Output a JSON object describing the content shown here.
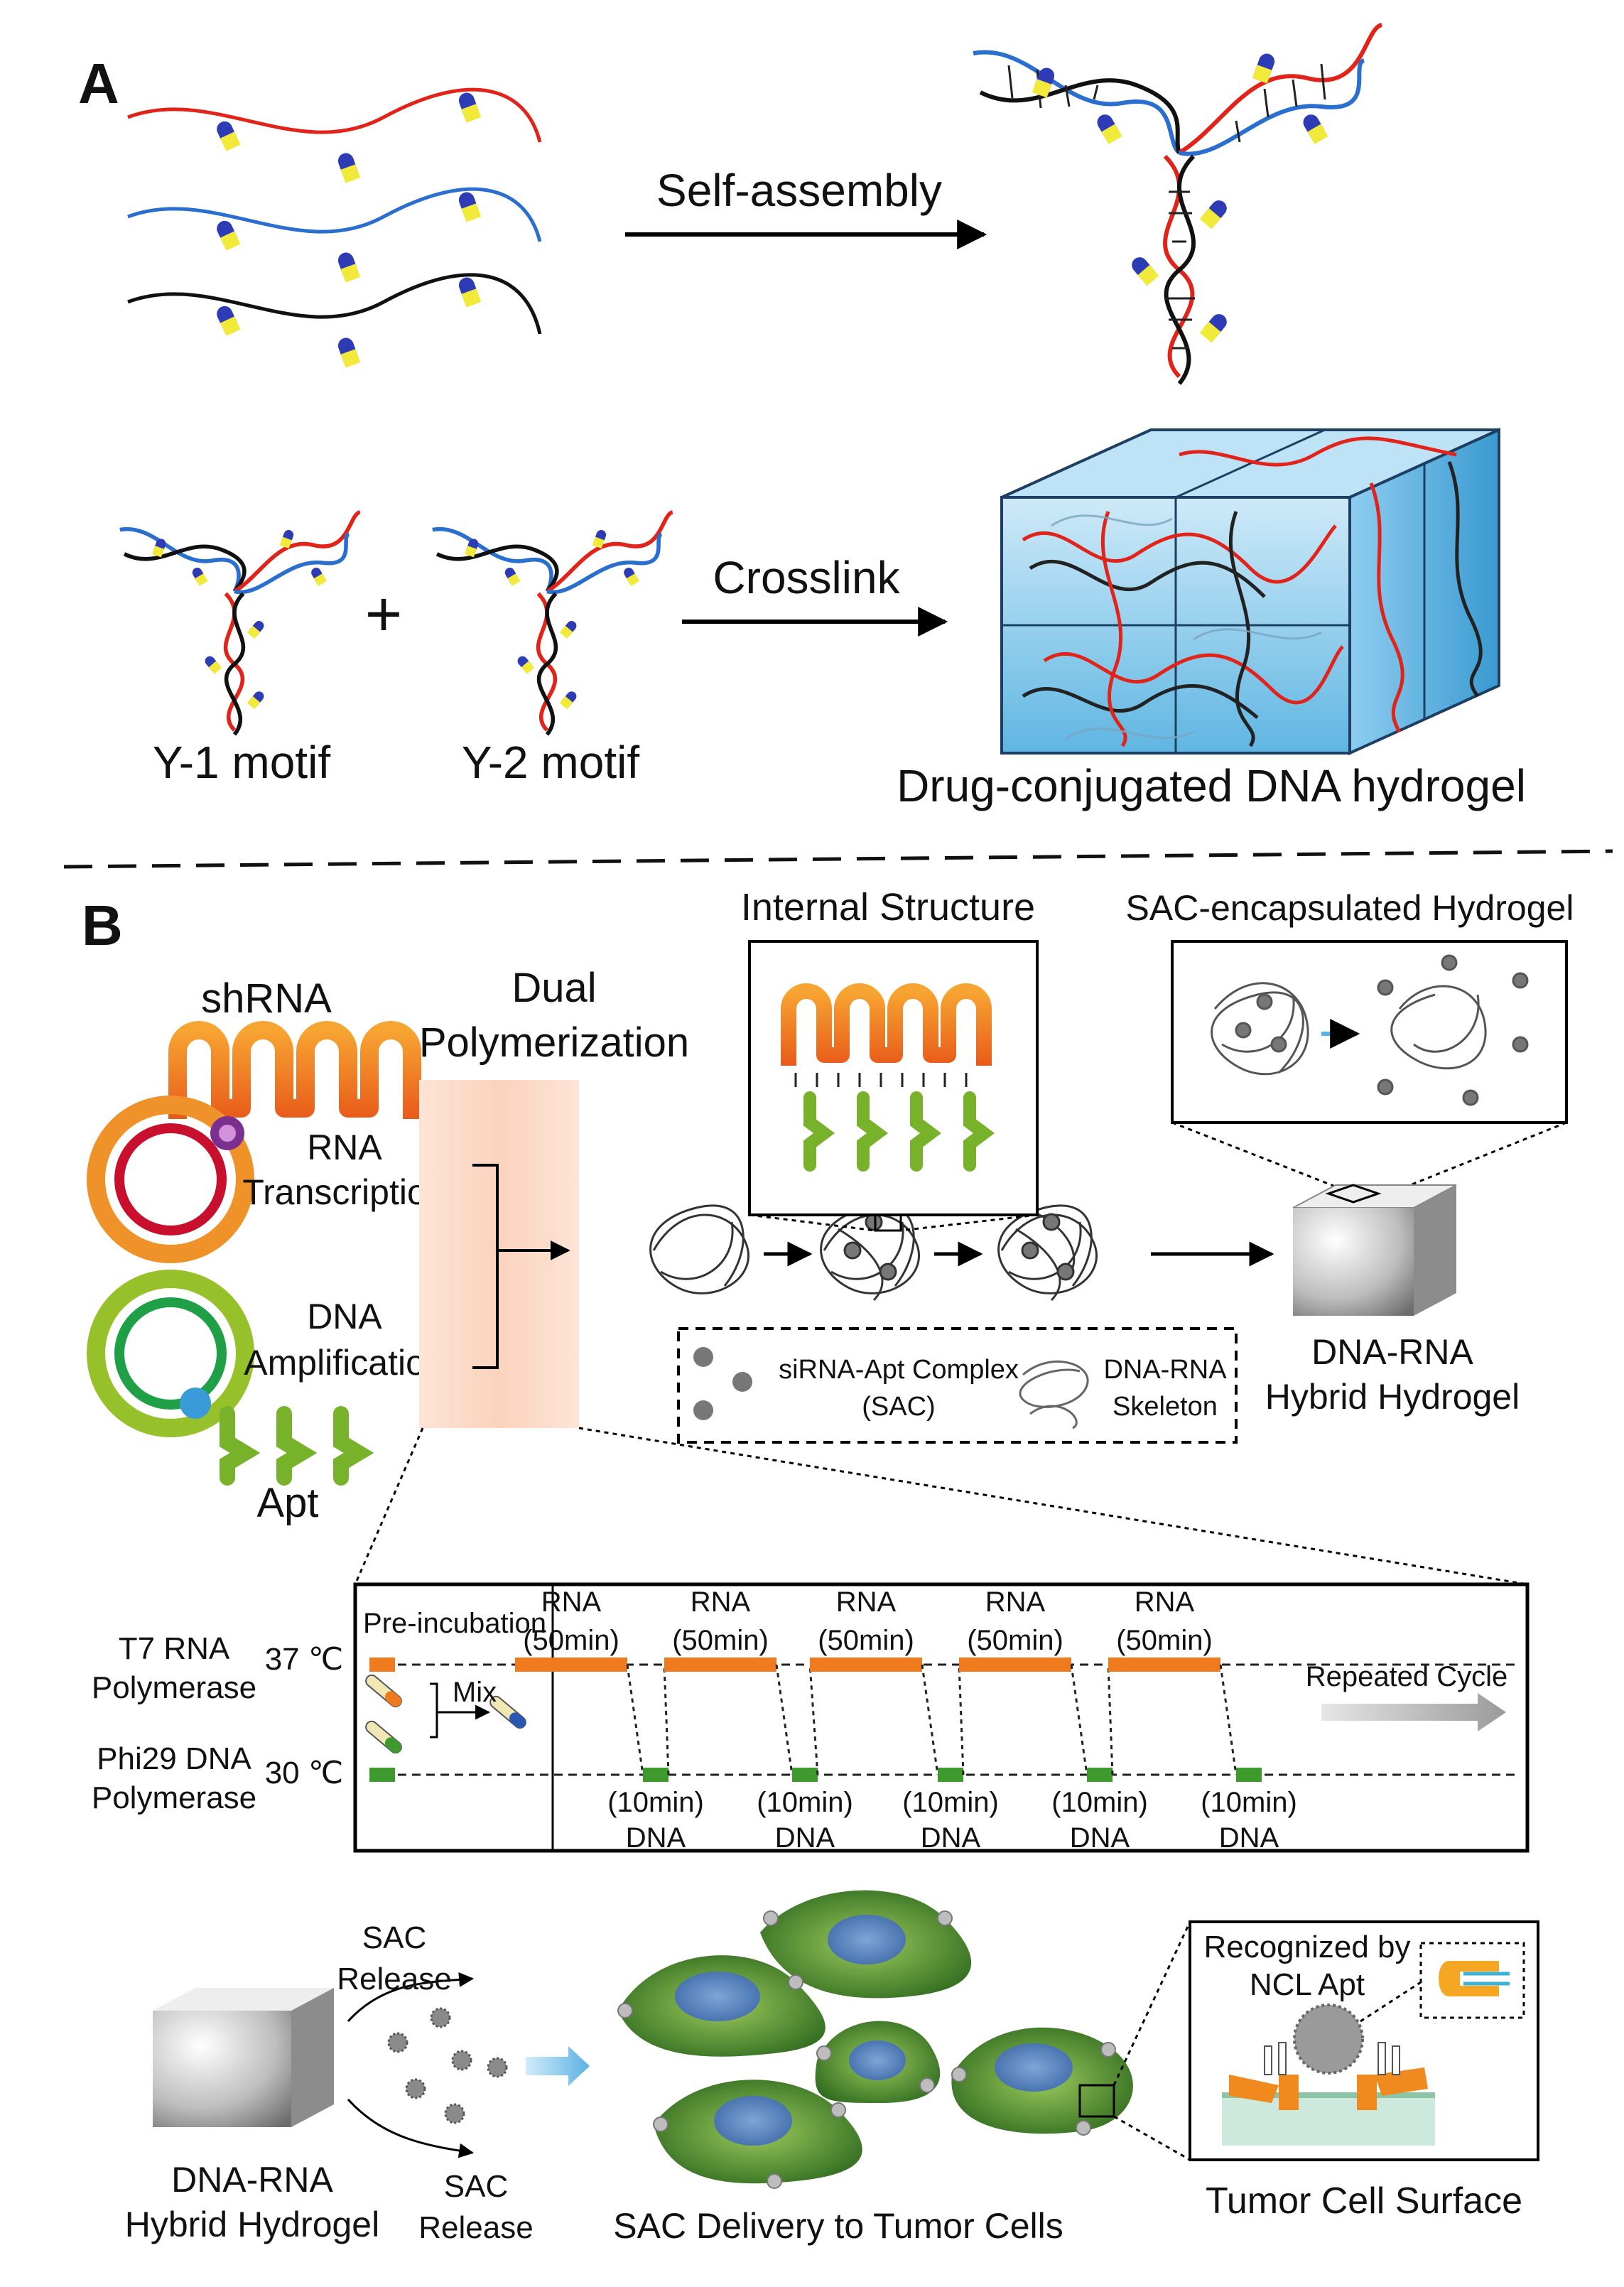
{
  "panel_a": {
    "label": "A",
    "self_assembly": "Self-assembly",
    "plus": "+",
    "crosslink": "Crosslink",
    "y1": "Y-1 motif",
    "y2": "Y-2 motif",
    "hydrogel": "Drug-conjugated DNA hydrogel"
  },
  "panel_b": {
    "label": "B",
    "shrna": "shRNA",
    "rna": "RNA",
    "transcription": "Transcription",
    "dna": "DNA",
    "amplification": "Amplification",
    "apt": "Apt",
    "dual": "Dual",
    "polymerization": "Polymerization",
    "internal_structure": "Internal Structure",
    "sac_hydrogel": "SAC-encapsulated Hydrogel",
    "legend_sac_1": "siRNA-Apt Complex",
    "legend_sac_2": "(SAC)",
    "legend_skel_1": "DNA-RNA",
    "legend_skel_2": "Skeleton",
    "hybrid_1": "DNA-RNA",
    "hybrid_2": "Hybrid Hydrogel"
  },
  "cycle": {
    "t7_1": "T7 RNA",
    "t7_2": "Polymerase",
    "t37": "37 ℃",
    "phi_1": "Phi29 DNA",
    "phi_2": "Polymerase",
    "t30": "30 ℃",
    "pre": "Pre-incubation",
    "mix": "Mix",
    "rna_label": "RNA",
    "rna_time": "(50min)",
    "dna_time": "(10min)",
    "dna_label": "DNA",
    "repeated": "Repeated Cycle",
    "colors": {
      "rna": "#f07a1e",
      "dna": "#3f9a2d"
    }
  },
  "bottom": {
    "sac": "SAC",
    "release": "Release",
    "hybrid_1": "DNA-RNA",
    "hybrid_2": "Hybrid Hydrogel",
    "delivery": "SAC Delivery to Tumor Cells",
    "recognized_1": "Recognized by",
    "recognized_2": "NCL Apt",
    "surface": "Tumor Cell Surface"
  }
}
